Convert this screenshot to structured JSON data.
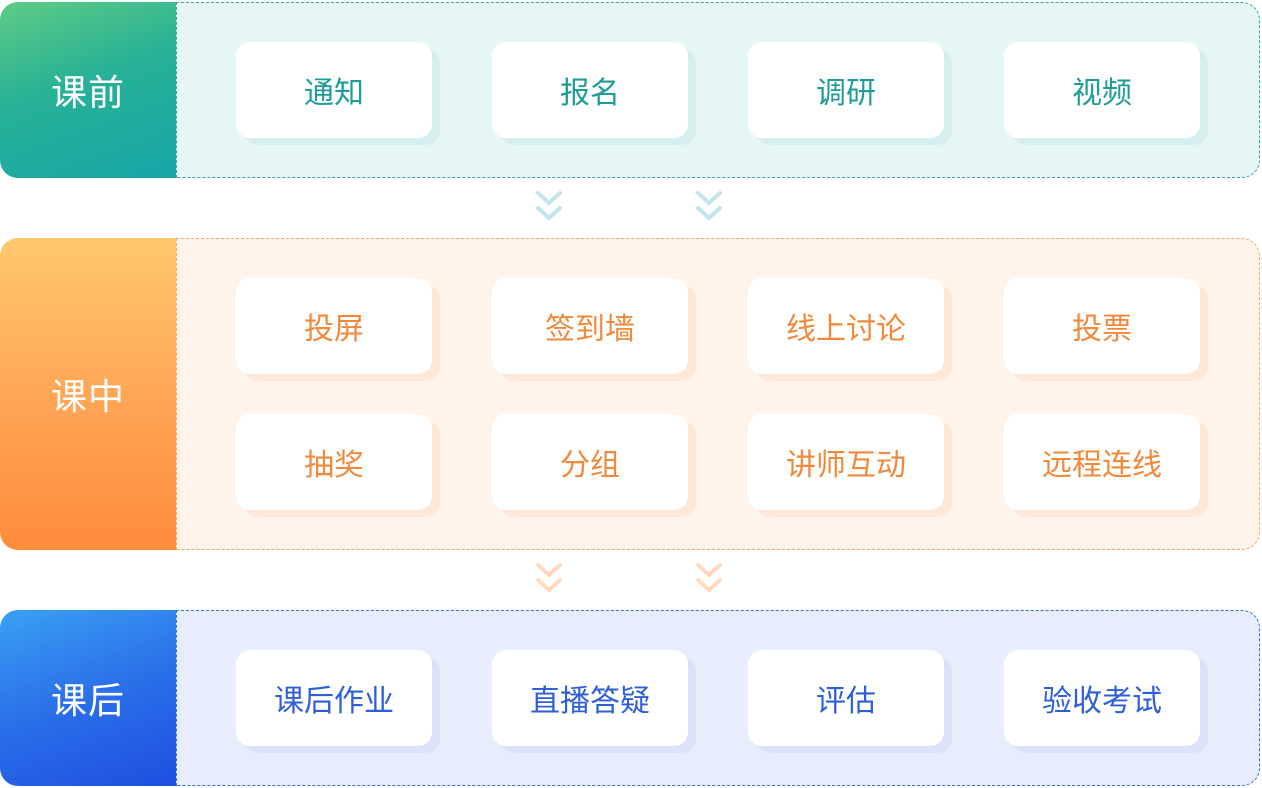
{
  "stages": {
    "before": {
      "label": "课前",
      "items": [
        "通知",
        "报名",
        "调研",
        "视频"
      ]
    },
    "during": {
      "label": "课中",
      "items": [
        "投屏",
        "签到墙",
        "线上讨论",
        "投票",
        "抽奖",
        "分组",
        "讲师互动",
        "远程连线"
      ]
    },
    "after": {
      "label": "课后",
      "items": [
        "课后作业",
        "直播答疑",
        "评估",
        "验收考试"
      ]
    }
  },
  "colors": {
    "before_accent": "#1f9c97",
    "during_accent": "#f2893a",
    "after_accent": "#2e5fd8",
    "arrow_teal": "#bfe6ea",
    "arrow_orange": "#ffd9c0"
  },
  "icons": {
    "arrow": "double-chevron-down-icon"
  }
}
